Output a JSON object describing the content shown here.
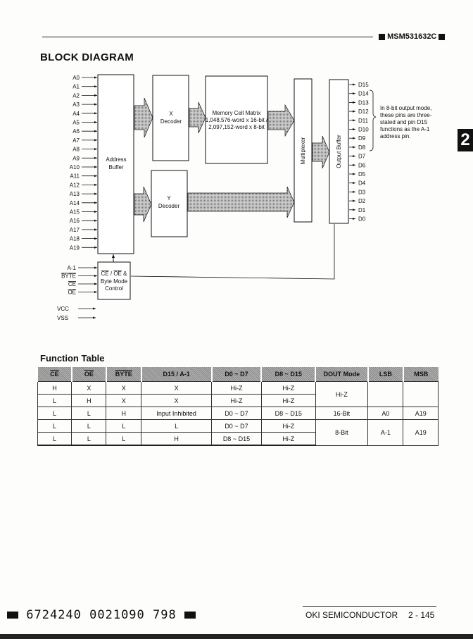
{
  "header": {
    "part_number": "MSM531632C"
  },
  "section_tab": "2",
  "block_diagram": {
    "title": "BLOCK DIAGRAM",
    "address_pins": [
      "A0",
      "A1",
      "A2",
      "A3",
      "A4",
      "A5",
      "A6",
      "A7",
      "A8",
      "A9",
      "A10",
      "A11",
      "A12",
      "A13",
      "A14",
      "A15",
      "A16",
      "A17",
      "A18",
      "A19"
    ],
    "control_pins": [
      "A-1",
      "BYTE",
      "CE",
      "OE"
    ],
    "power_pins": [
      "VCC",
      "VSS"
    ],
    "address_buffer": [
      "Address",
      "Buffer"
    ],
    "x_decoder": [
      "X",
      "Decoder"
    ],
    "y_decoder": [
      "Y",
      "Decoder"
    ],
    "memory": [
      "Memory Cell Matrix",
      "1,048,576-word x 16-bit /",
      "2,097,152-word x 8-bit"
    ],
    "multiplexer": "Multiplexer",
    "output_buffer": "Output Buffer",
    "control": [
      "CE / OE &",
      "Byte Mode",
      "Control"
    ],
    "data_pins": [
      "D15",
      "D14",
      "D13",
      "D12",
      "D11",
      "D10",
      "D9",
      "D8",
      "D7",
      "D6",
      "D5",
      "D4",
      "D3",
      "D2",
      "D1",
      "D0"
    ],
    "note": [
      "In 8-bit output mode,",
      "these pins are three-",
      "stated and pin D15",
      "functions as the A-1",
      "address pin."
    ]
  },
  "function_table": {
    "title": "Function Table",
    "headers": [
      "CE",
      "OE",
      "BYTE",
      "D15 / A-1",
      "D0 ~ D7",
      "D8 ~ D15",
      "DOUT Mode",
      "LSB",
      "MSB"
    ],
    "rows": [
      [
        "H",
        "X",
        "X",
        "X",
        "Hi-Z",
        "Hi-Z"
      ],
      [
        "L",
        "H",
        "X",
        "X",
        "Hi-Z",
        "Hi-Z"
      ],
      [
        "L",
        "L",
        "H",
        "Input Inhibited",
        "D0 ~ D7",
        "D8 ~ D15"
      ],
      [
        "L",
        "L",
        "L",
        "L",
        "D0 ~ D7",
        "Hi-Z"
      ],
      [
        "L",
        "L",
        "L",
        "H",
        "D8 ~ D15",
        "Hi-Z"
      ]
    ],
    "modes": {
      "hiz": "Hi-Z",
      "b16": "16-Bit",
      "b8": "8-Bit",
      "lsb16": "A0",
      "msb16": "A19",
      "lsb8": "A-1",
      "msb8": "A19"
    }
  },
  "footer": {
    "code": "6724240 0021090 798",
    "company": "OKI SEMICONDUCTOR",
    "page": "2 - 145"
  }
}
